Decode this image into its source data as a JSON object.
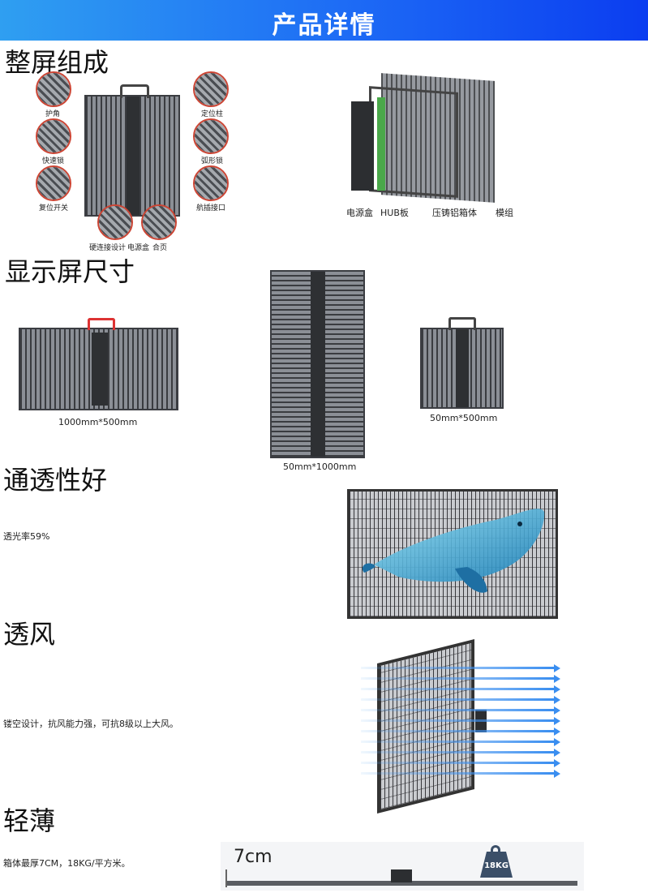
{
  "header": {
    "title": "产品详情"
  },
  "sections": {
    "composition": {
      "title": "整屏组成",
      "callouts": [
        "护角",
        "快速锁",
        "复位开关",
        "定位柱",
        "弧形锁",
        "航插接口",
        "硬连接设计",
        "电源盒",
        "合页"
      ],
      "exploded_labels": [
        "电源盒",
        "HUB板",
        "压铸铝箱体",
        "模组"
      ]
    },
    "sizes": {
      "title": "显示屏尺寸",
      "items": [
        "1000mm*500mm",
        "50mm*1000mm",
        "50mm*500mm"
      ]
    },
    "transparency": {
      "title": "通透性好",
      "text": "透光率59%"
    },
    "wind": {
      "title": "透风",
      "text": "镂空设计，抗风能力强，可抗8级以上大风。"
    },
    "thin": {
      "title": "轻薄",
      "text": "箱体最厚7CM，18KG/平方米。",
      "thickness": "7cm",
      "weight": "18KG"
    }
  },
  "colors": {
    "header_start": "#2f9ff1",
    "header_end": "#0b3df0",
    "arrow": "#3a8ef0",
    "whale": "#2fa7d6"
  }
}
